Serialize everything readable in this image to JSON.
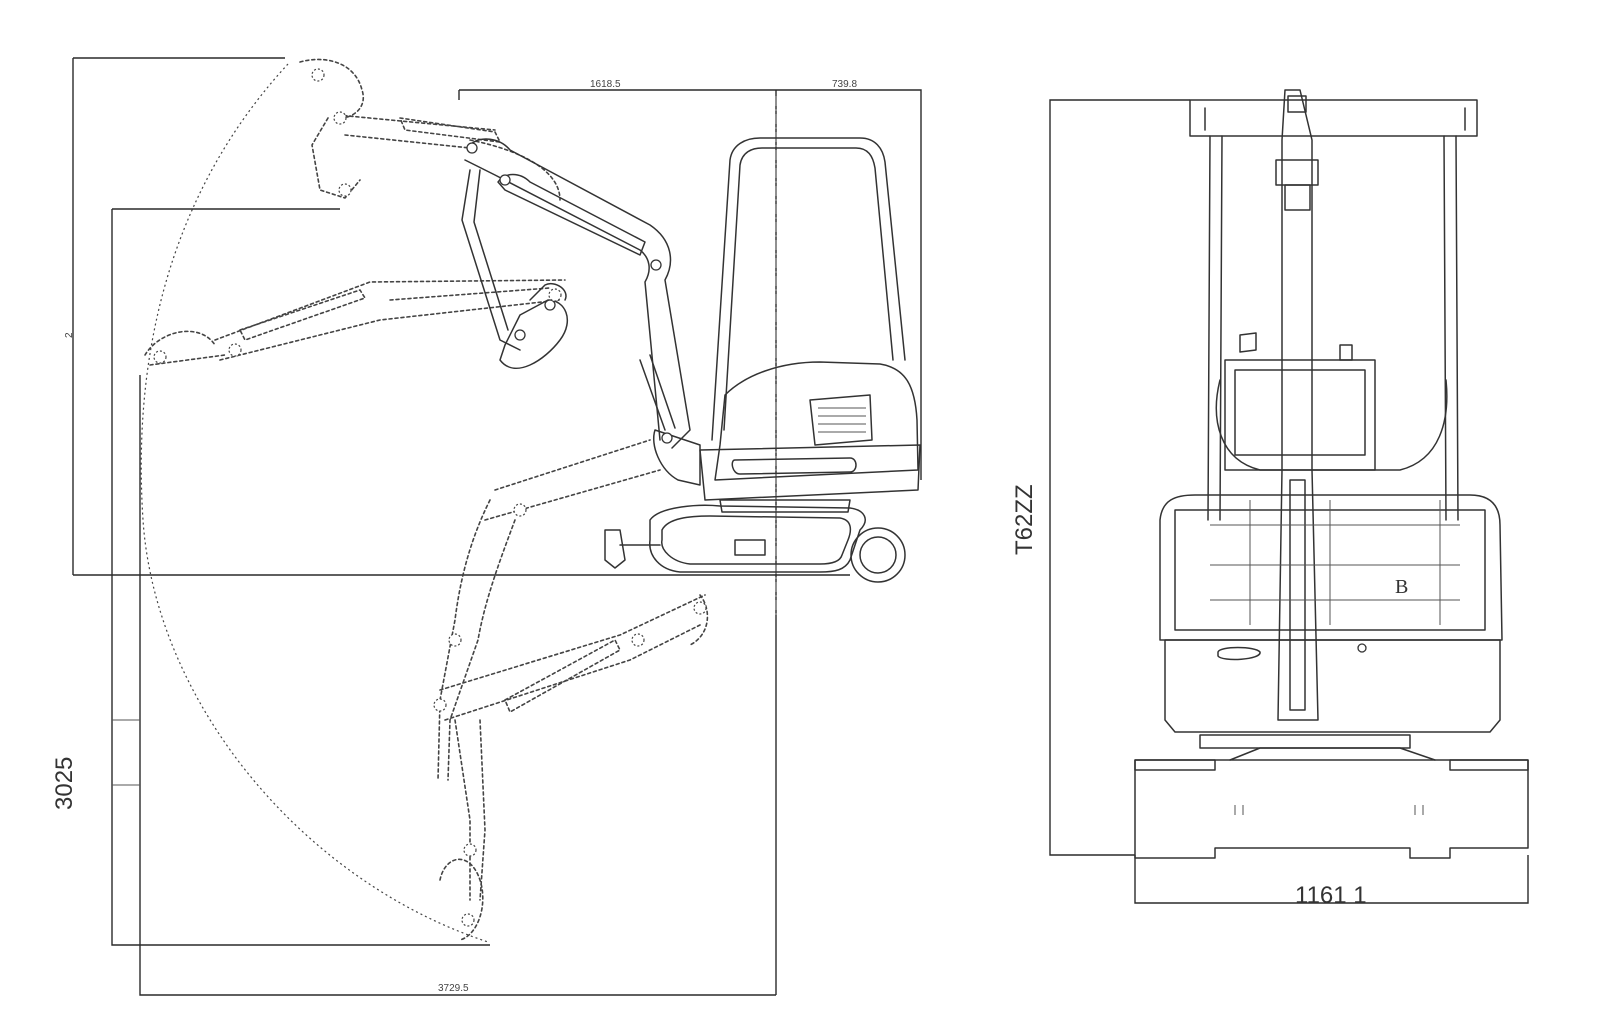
{
  "side_view": {
    "dimensions": {
      "top_reach_upper": "1618.5",
      "top_reach_right": "739.8",
      "height_left": "2",
      "dig_depth": "3025",
      "bottom_reach": "3729.5"
    }
  },
  "front_view": {
    "dimensions": {
      "height": "T62ZZ",
      "width": "1161 1"
    },
    "label_b": "B"
  }
}
